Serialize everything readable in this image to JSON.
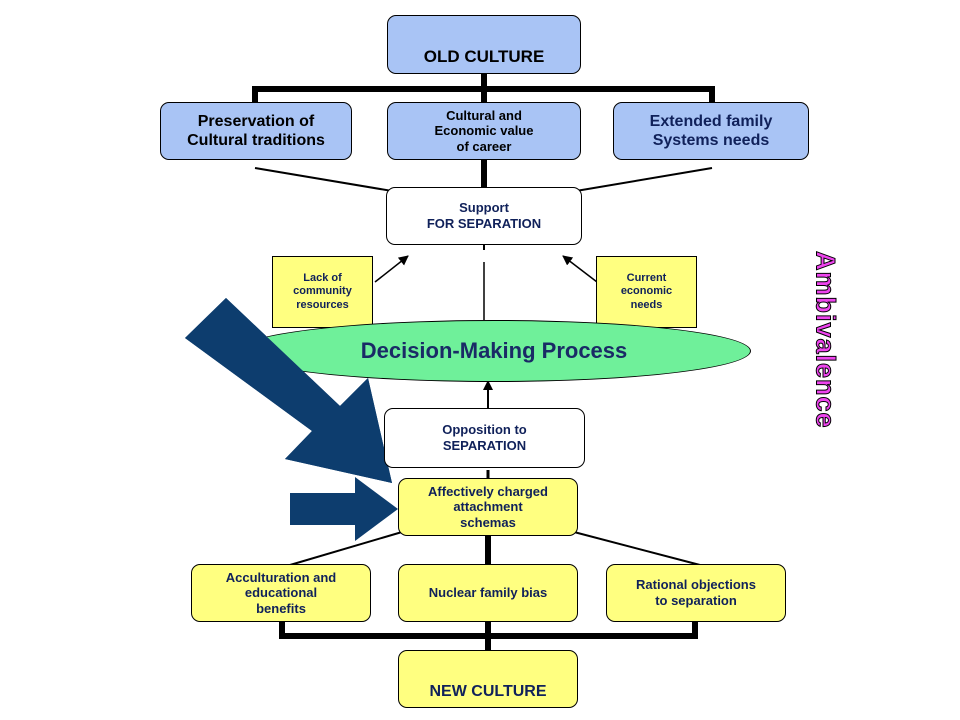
{
  "nodes": {
    "old_culture": "OLD CULTURE",
    "preservation": [
      "Preservation of",
      "Cultural traditions"
    ],
    "cultural_economic": [
      "Cultural and",
      "Economic value",
      "of career"
    ],
    "extended_family": [
      "Extended family",
      "Systems needs"
    ],
    "support": [
      "Support",
      "FOR SEPARATION"
    ],
    "lack_of_resources": [
      "Lack of",
      "community",
      "resources"
    ],
    "current_needs": [
      "Current",
      "economic",
      "needs"
    ],
    "decision_making": "Decision-Making Process",
    "opposition": [
      "Opposition to",
      "SEPARATION"
    ],
    "affectively_charged": [
      "Affectively charged",
      "attachment",
      "schemas"
    ],
    "acculturation": [
      "Acculturation and",
      "educational",
      "benefits"
    ],
    "nuclear_family": "Nuclear family bias",
    "rational_objections": [
      "Rational objections",
      "to separation"
    ],
    "new_culture": "NEW CULTURE"
  },
  "side_label": "Ambivalence",
  "colors": {
    "blue_box": "#a9c4f5",
    "yellow_box": "#ffff80",
    "ellipse": "#6ff09a",
    "arrow": "#0d3d6e",
    "ambivalence": "#ee44ee",
    "text_navy": "#10215a"
  }
}
